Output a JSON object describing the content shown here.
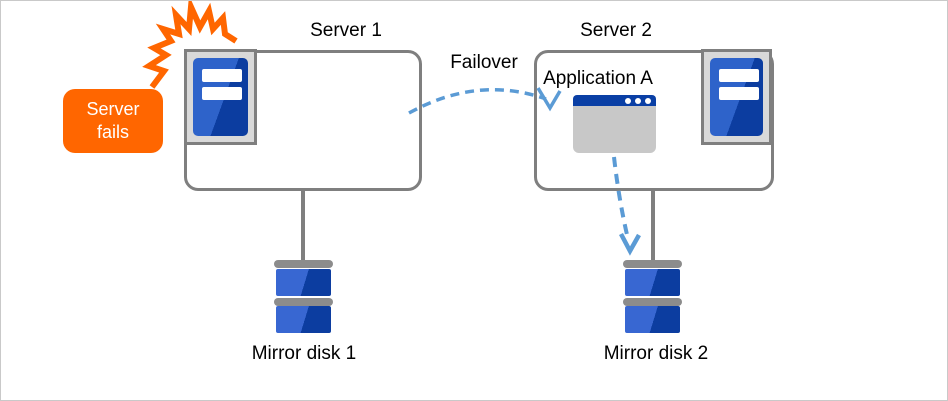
{
  "labels": {
    "server1": "Server 1",
    "server2": "Server 2",
    "failover": "Failover",
    "application": "Application A",
    "server_fails": "Server\nfails",
    "mirror_disk1": "Mirror disk 1",
    "mirror_disk2": "Mirror disk 2"
  },
  "colors": {
    "failure_orange": "#FF6600",
    "arrow_blue": "#5B9BD5",
    "server_blue_light": "#2E63CA",
    "server_blue_dark": "#0C3DA0",
    "window_titlebar_blue": "#0A3FA5",
    "box_border_gray": "#7F7F7F",
    "icon_bg_gray": "#D9D9D9",
    "window_body_gray": "#C8C8C8",
    "disk_cap_gray": "#8C8C8C"
  }
}
